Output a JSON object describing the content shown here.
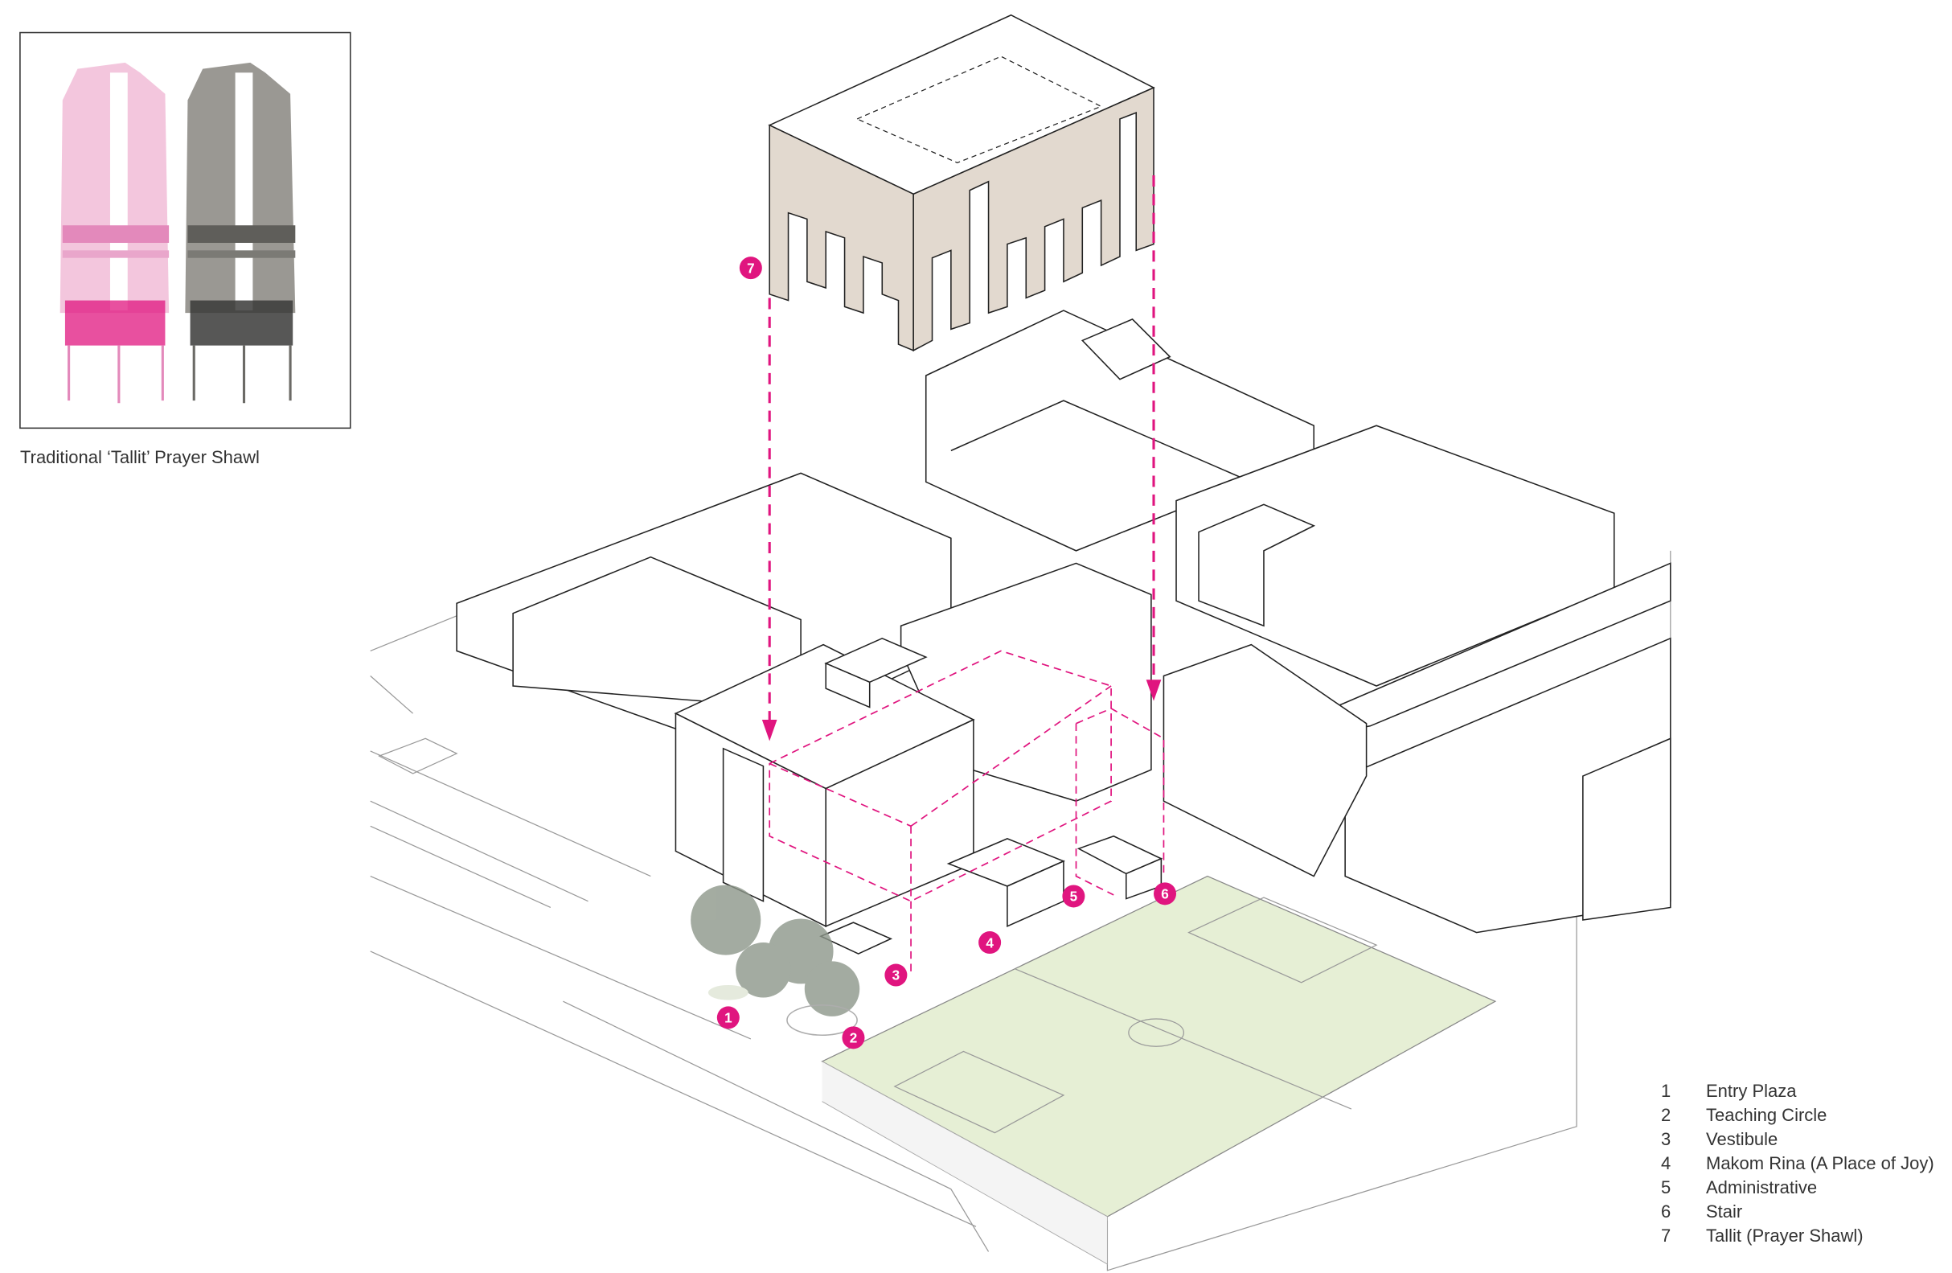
{
  "inset": {
    "caption": "Traditional ‘Tallit’ Prayer Shawl",
    "shawl_colors": [
      "#f3c6dd",
      "#9a9893"
    ]
  },
  "colors": {
    "accent": "#e0157f",
    "tallit": "#e2d9cf",
    "field": "#e6efd5"
  },
  "markers": [
    {
      "num": "1"
    },
    {
      "num": "2"
    },
    {
      "num": "3"
    },
    {
      "num": "4"
    },
    {
      "num": "5"
    },
    {
      "num": "6"
    },
    {
      "num": "7"
    }
  ],
  "legend": [
    {
      "num": "1",
      "label": "Entry Plaza"
    },
    {
      "num": "2",
      "label": "Teaching Circle"
    },
    {
      "num": "3",
      "label": "Vestibule"
    },
    {
      "num": "4",
      "label": "Makom Rina (A Place of Joy)"
    },
    {
      "num": "5",
      "label": "Administrative"
    },
    {
      "num": "6",
      "label": "Stair"
    },
    {
      "num": "7",
      "label": "Tallit (Prayer Shawl)"
    }
  ]
}
